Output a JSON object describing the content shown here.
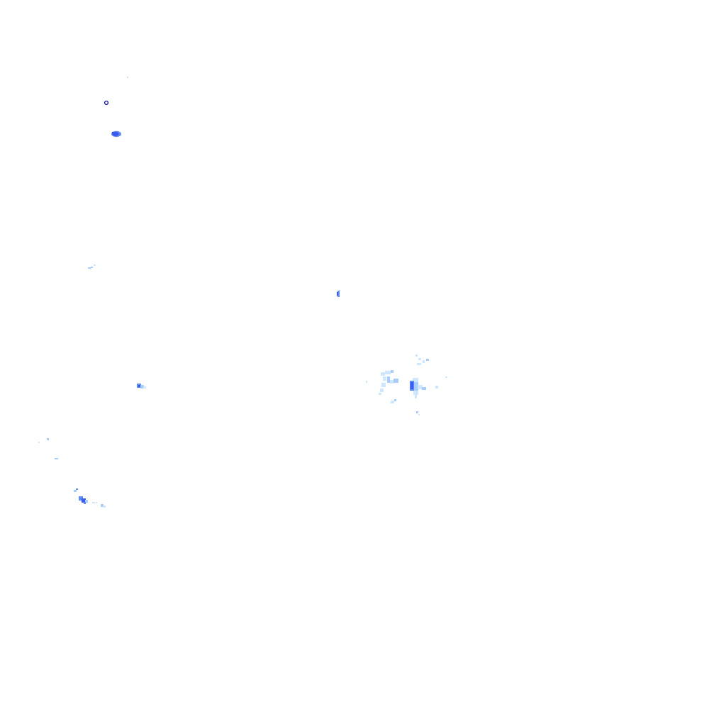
{
  "map": {
    "layer": "rain-radar-overlay",
    "background": "transparent",
    "intensity_palette": {
      "very_light": "#cfe6ff",
      "light": "#a9cdfa",
      "moderate": "#5f8cf2",
      "heavy": "#3a5bf0",
      "very_heavy": "#2b33d8",
      "marker": "#1a1aa8"
    },
    "features": [
      "radar-site-marker",
      "precipitation-cell-north",
      "precipitation-cell-west",
      "precipitation-cell-central",
      "precipitation-cell-southwest",
      "precipitation-cluster-east",
      "precipitation-cluster-far-southwest",
      "precipitation-band-south"
    ]
  }
}
